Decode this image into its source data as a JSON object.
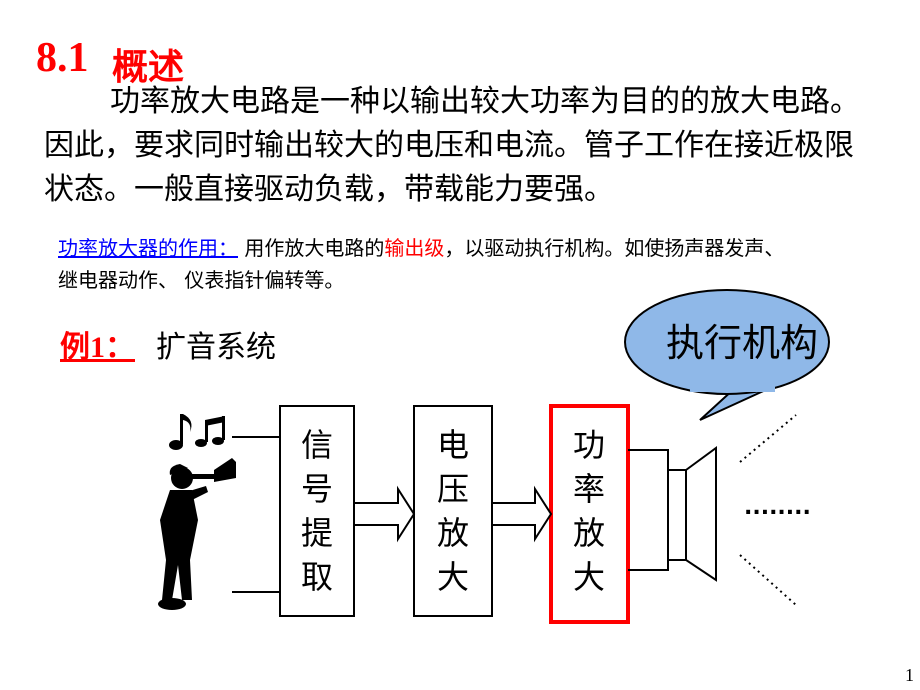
{
  "title": {
    "number": "8.1",
    "text": "概述"
  },
  "paragraph": {
    "line1": "功率放大电路是一种以输出较大功率为目的的放大电路。",
    "line2": "因此，要求同时输出较大的电压和电流。管子工作在接近极限",
    "line3": "状态。一般直接驱动负载，带载能力要强。"
  },
  "role": {
    "label": "功率放大器的作用：",
    "text_before": "用作放大电路的",
    "highlight": "输出级",
    "text_after": "，以驱动执行机构。如使扬声器发声、",
    "line2": "继电器动作、 仪表指针偏转等。"
  },
  "example": {
    "label": "例1：",
    "title": "扩音系统"
  },
  "callout": "执行机构",
  "blocks": [
    {
      "text": "信号提取",
      "chars": [
        "信",
        "号",
        "提",
        "取"
      ]
    },
    {
      "text": "电压放大",
      "chars": [
        "电",
        "压",
        "放",
        "大"
      ]
    },
    {
      "text": "功率放大",
      "chars": [
        "功",
        "率",
        "放",
        "大"
      ]
    }
  ],
  "sound_dots": "........",
  "page_number": "1",
  "colors": {
    "title": "#ff0000",
    "link": "#0000ff",
    "callout_fill": "#8fb8e8",
    "highlight_border": "#ff0000"
  }
}
